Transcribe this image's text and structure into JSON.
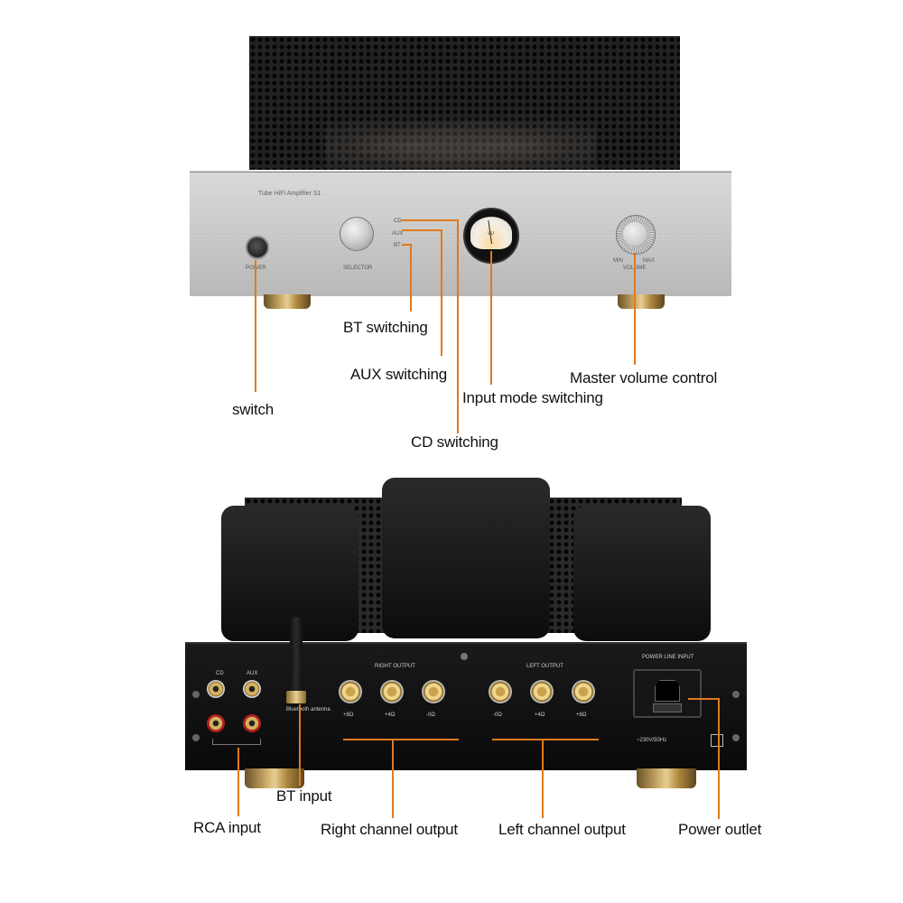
{
  "front_panel": {
    "model_label": "Tube HiFi Amplifier S1",
    "power_label": "POWER",
    "selector_label": "SELECTOR",
    "volume_label": "VOLUME",
    "volume_min": "MIN",
    "volume_max": "MAX",
    "input_cd": "CD",
    "input_aux": "AUX",
    "input_bt": "BT",
    "meter_unit": "VU"
  },
  "front_callouts": {
    "bt_switching": "BT switching",
    "aux_switching": "AUX switching",
    "input_mode_switching": "Input mode switching",
    "master_volume_control": "Master volume control",
    "switch": "switch",
    "cd_switching": "CD switching"
  },
  "rear_panel": {
    "cd_label": "CD",
    "aux_label": "AUX",
    "right_output_label": "RIGHT OUTPUT",
    "left_output_label": "LEFT OUTPUT",
    "power_line_input_label": "POWER LINE INPUT",
    "bluetooth_antenna_label": "Bluetooth antenna",
    "right_terminals": [
      "+8Ω",
      "+4Ω",
      "-0Ω"
    ],
    "left_terminals": [
      "-0Ω",
      "+4Ω",
      "+8Ω"
    ],
    "voltage_label": "~230V/50Hz"
  },
  "rear_callouts": {
    "bt_input": "BT input",
    "rca_input": "RCA input",
    "right_channel_output": "Right channel output",
    "left_channel_output": "Left channel output",
    "power_outlet": "Power outlet"
  },
  "colors": {
    "callout_line": "#e07a1f",
    "chassis": "#111111",
    "faceplate": "#c8c8c8"
  }
}
